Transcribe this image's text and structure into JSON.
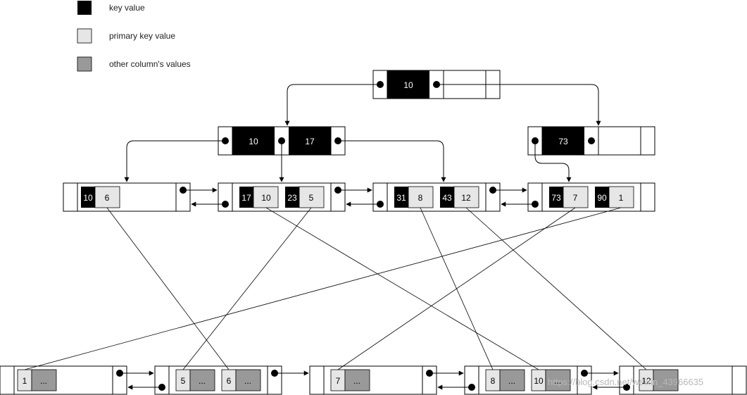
{
  "legend": [
    {
      "label": "key value",
      "color": "#000000"
    },
    {
      "label": "primary key value",
      "color": "#e6e6e6"
    },
    {
      "label": "other column's values",
      "color": "#999999"
    }
  ],
  "colors": {
    "key": "#000000",
    "pk": "#e6e6e6",
    "other": "#999999",
    "key_text": "#ffffff"
  },
  "tree": {
    "root": {
      "keys": [
        "10"
      ]
    },
    "internal": [
      {
        "keys": [
          "10",
          "17"
        ]
      },
      {
        "keys": [
          "73"
        ]
      }
    ],
    "secondary_leaves": [
      {
        "entries": [
          {
            "key": "10",
            "pk": "6"
          }
        ]
      },
      {
        "entries": [
          {
            "key": "17",
            "pk": "10"
          },
          {
            "key": "23",
            "pk": "5"
          }
        ]
      },
      {
        "entries": [
          {
            "key": "31",
            "pk": "8"
          },
          {
            "key": "43",
            "pk": "12"
          }
        ]
      },
      {
        "entries": [
          {
            "key": "73",
            "pk": "7"
          },
          {
            "key": "90",
            "pk": "1"
          }
        ]
      }
    ],
    "clustered_leaves": [
      {
        "rows": [
          {
            "pk": "1",
            "rest": "..."
          }
        ]
      },
      {
        "rows": [
          {
            "pk": "5",
            "rest": "..."
          },
          {
            "pk": "6",
            "rest": "..."
          }
        ]
      },
      {
        "rows": [
          {
            "pk": "7",
            "rest": "..."
          }
        ]
      },
      {
        "rows": [
          {
            "pk": "8",
            "rest": "..."
          },
          {
            "pk": "10",
            "rest": "..."
          }
        ]
      },
      {
        "rows": [
          {
            "pk": "12",
            "rest": "..."
          }
        ]
      }
    ]
  },
  "watermark": "https://blog.csdn.net/weixin_43966635"
}
